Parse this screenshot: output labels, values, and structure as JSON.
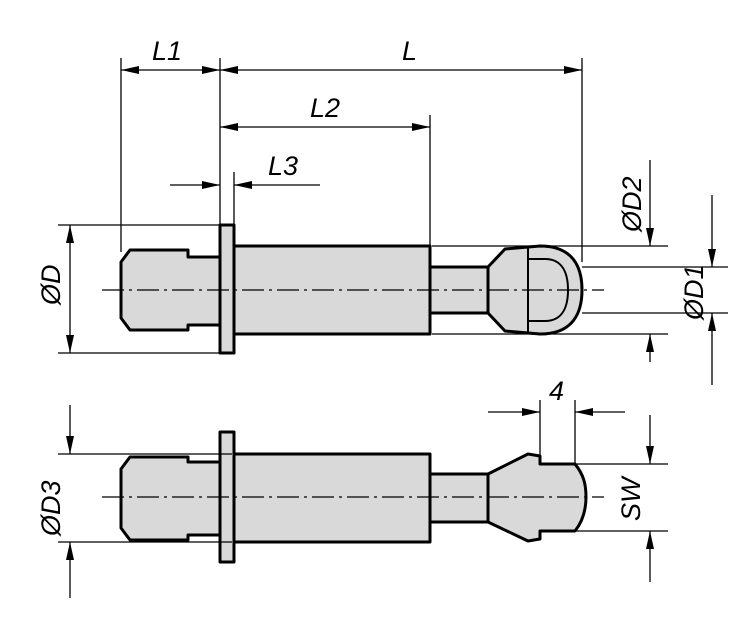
{
  "drawing": {
    "dimension_labels": {
      "L1": "L1",
      "L": "L",
      "L2": "L2",
      "L3": "L3",
      "D": "ØD",
      "D2": "ØD2",
      "D1": "ØD1",
      "D3": "ØD3",
      "width4": "4",
      "SW": "SW"
    },
    "views": [
      "top-view",
      "bottom-view"
    ]
  }
}
